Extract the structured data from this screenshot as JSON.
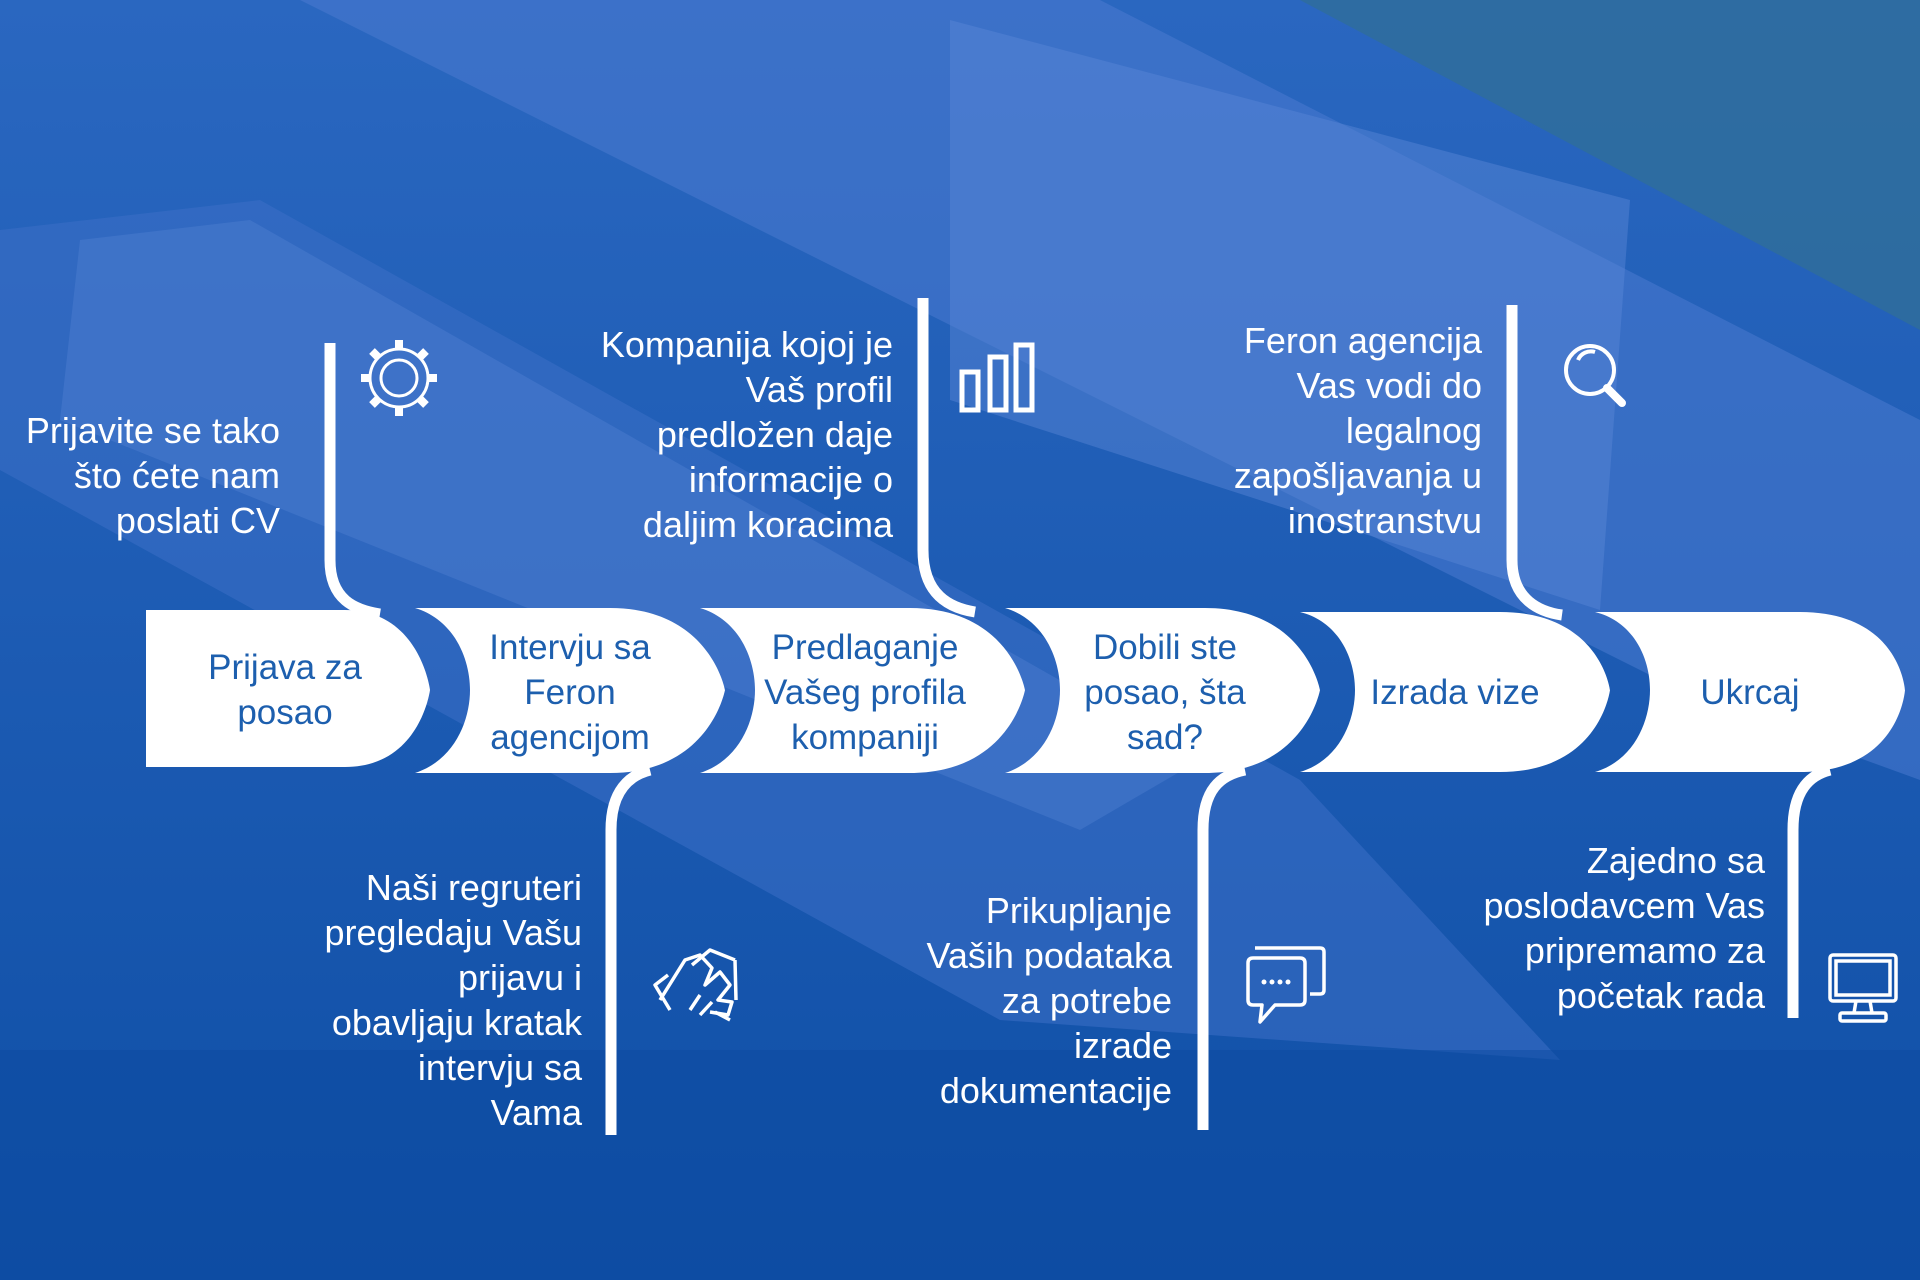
{
  "colors": {
    "overlay": "#1c5cb6",
    "shape": "#ffffff",
    "step_text": "#1d5fae",
    "label_text": "#ffffff"
  },
  "steps": [
    {
      "label": "Prijava za posao",
      "icon": "gear-icon",
      "description": "Prijavite se tako što ćete nam poslati CV"
    },
    {
      "label": "Intervju sa Feron agencijom",
      "icon": "handshake-icon",
      "description": "Naši regruteri pregledaju Vašu prijavu i obavljaju kratak intervju sa Vama"
    },
    {
      "label": "Predlaganje Vašeg profila kompaniji",
      "icon": "bar-chart-icon",
      "description": "Kompanija kojoj je Vaš profil predložen daje informacije o daljim koracima"
    },
    {
      "label": "Dobili ste posao, šta sad?",
      "icon": "chat-bubbles-icon",
      "description": "Prikupljanje Vaših podataka za potrebe izrade dokumentacije"
    },
    {
      "label": "Izrada vize",
      "icon": "magnifier-icon",
      "description": "Feron agencija Vas vodi do legalnog zapošljavanja u inostranstvu"
    },
    {
      "label": "Ukrcaj",
      "icon": "monitor-icon",
      "description": "Zajedno sa poslodavcem Vas pripremamo za početak rada"
    }
  ]
}
